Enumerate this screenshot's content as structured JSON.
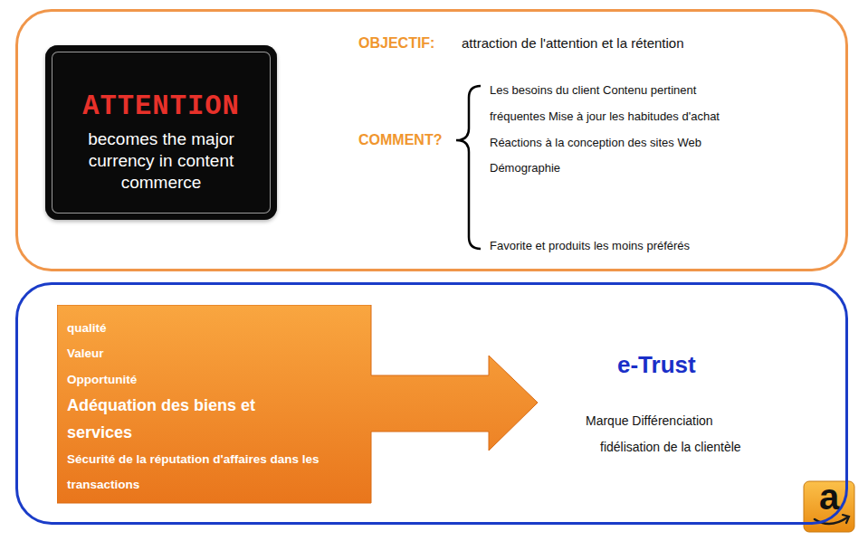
{
  "diagram": {
    "nodes": [
      {
        "text": [
          "OBJECTIF:",
          "attraction de l'attention et la rétention",
          "COMMENT?",
          "Les besoins du client Contenu pertinent",
          "fréquentes Mise à jour les habitudes d'achat",
          "Réactions à la conception des sites Web",
          "Démographie",
          "Favorite et produits les moins préférés"
        ]
      },
      {
        "text": [
          "ATTENTION",
          "becomes the major currency in content commerce"
        ],
        "in": 0
      },
      {
        "text": [
          "e-Trust",
          "Marque Différenciation",
          "fidélisation de la clientèle"
        ]
      },
      {
        "text": [
          "qualité",
          "Valeur",
          "Opportunité",
          "Adéquation des biens et services",
          "Sécurité de la réputation d'affaires dans les transactions"
        ],
        "in": 2
      }
    ],
    "labels": [
      "a"
    ]
  }
}
